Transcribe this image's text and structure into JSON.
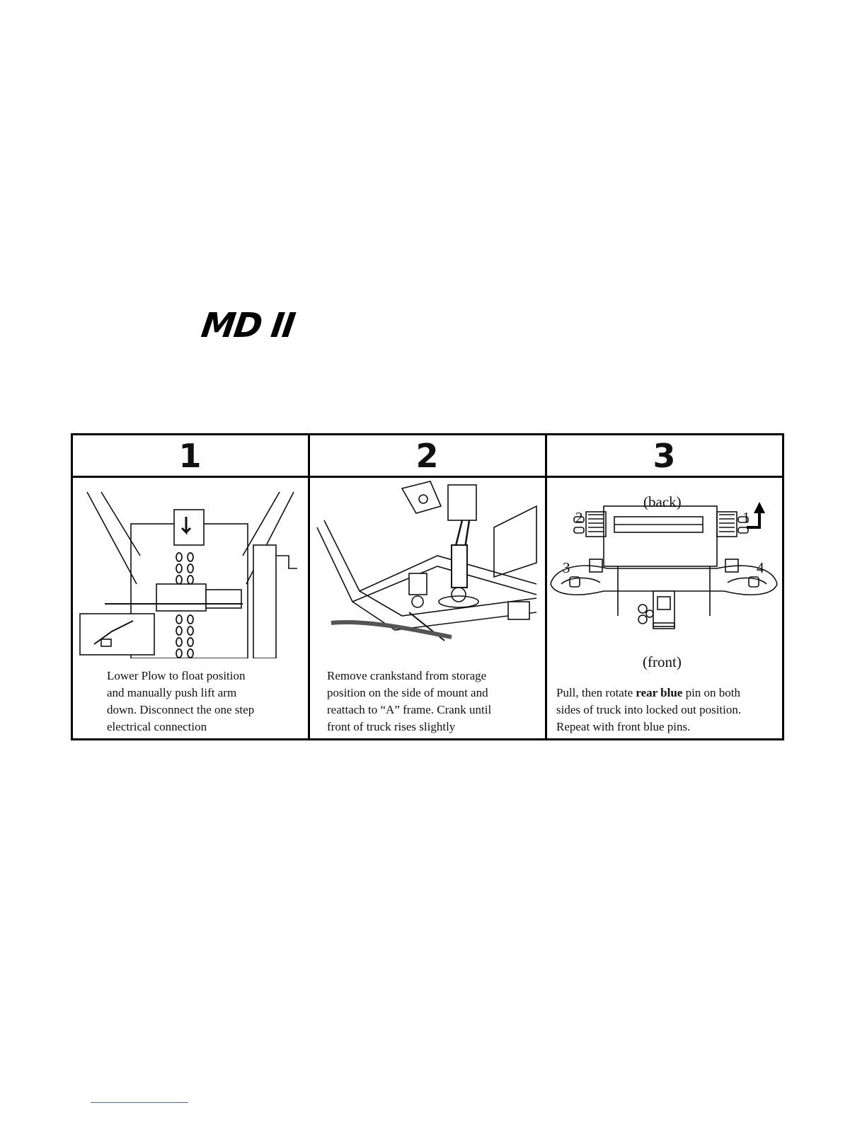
{
  "brand": {
    "logo_text": "MD II"
  },
  "steps": [
    {
      "number": "1",
      "caption": "Lower Plow to float position\nand  manually push lift arm\ndown. Disconnect the one step\nelectrical connection"
    },
    {
      "number": "2",
      "caption": "Remove crankstand from storage\nposition on the side of mount and\nreattach to “A” frame.  Crank until\nfront of truck rises slightly"
    },
    {
      "number": "3",
      "labels": {
        "back": "(back)",
        "front": "(front)",
        "n1": "1",
        "n2": "2",
        "n3": "3",
        "n4": "4"
      },
      "caption_pre": "Pull, then rotate ",
      "caption_bold": "rear blue",
      "caption_post": " pin on both\nsides of truck into locked out position.\nRepeat with front blue pins."
    }
  ]
}
